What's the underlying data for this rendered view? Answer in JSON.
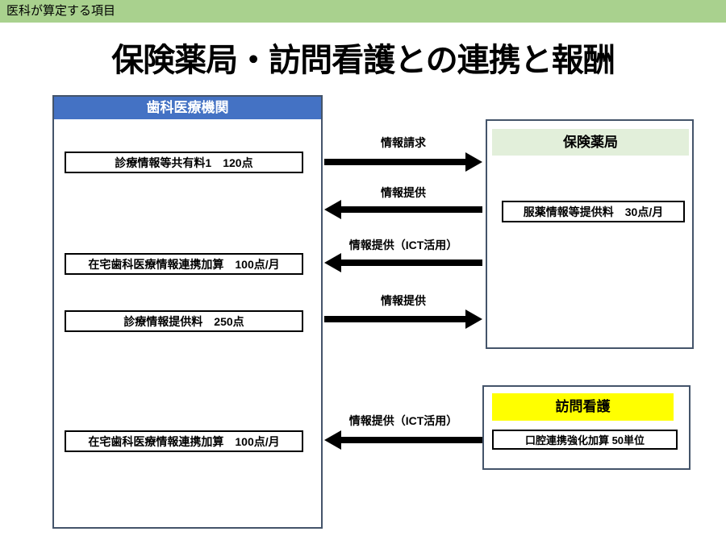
{
  "slide": {
    "tag": "医科が算定する項目",
    "title": "保険薬局・訪問看護との連携と報酬"
  },
  "colors": {
    "tag_bar_bg": "#A9D18E",
    "dental_header_bg": "#4472C4",
    "dental_header_text": "#FFFFFF",
    "pharmacy_header_bg": "#E2EFDA",
    "nursing_header_bg": "#FFFF00",
    "outer_border": "#44546A",
    "arrow": "#000000"
  },
  "dental": {
    "header": "歯科医療機関",
    "fees": [
      "診療情報等共有料1　120点",
      "在宅歯科医療情報連携加算　100点/月",
      "診療情報提供料　250点",
      "在宅歯科医療情報連携加算　100点/月"
    ]
  },
  "pharmacy": {
    "header": "保険薬局",
    "fee": "服薬情報等提供料　30点/月"
  },
  "nursing": {
    "header": "訪問看護",
    "fee": "口腔連携強化加算 50単位"
  },
  "arrows": [
    {
      "label": "情報請求",
      "direction": "right"
    },
    {
      "label": "情報提供",
      "direction": "left"
    },
    {
      "label": "情報提供（ICT活用）",
      "direction": "left"
    },
    {
      "label": "情報提供",
      "direction": "right"
    },
    {
      "label": "情報提供（ICT活用）",
      "direction": "left"
    }
  ]
}
